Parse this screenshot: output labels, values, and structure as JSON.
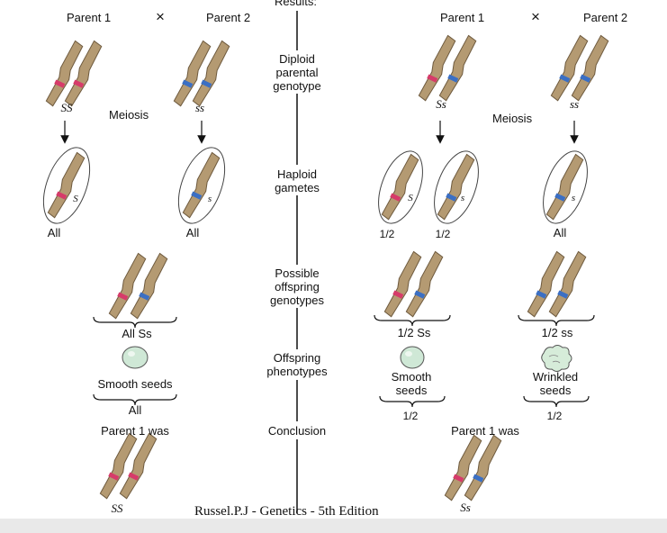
{
  "header": {
    "results": "Results:",
    "left_parent1": "Parent 1",
    "left_cross": "×",
    "left_parent2": "Parent 2",
    "right_parent1": "Parent 1",
    "right_cross": "×",
    "right_parent2": "Parent 2"
  },
  "center": {
    "row1": [
      "Diploid",
      "parental",
      "genotype"
    ],
    "row2": [
      "Haploid",
      "gametes"
    ],
    "row3": [
      "Possible",
      "offspring",
      "genotypes"
    ],
    "row4": [
      "Offspring",
      "phenotypes"
    ],
    "row5": [
      "Conclusion"
    ]
  },
  "left": {
    "p1_genotype": "SS",
    "p2_genotype": "ss",
    "meiosis": "Meiosis",
    "gamete1_allele": "S",
    "gamete2_allele": "s",
    "gamete1_freq": "All",
    "gamete2_freq": "All",
    "offspring_genotype": "All Ss",
    "offspring_phenotype": "Smooth seeds",
    "offspring_fraction": "All",
    "conclusion": "Parent 1 was",
    "conclusion_genotype": "SS"
  },
  "right": {
    "p1_genotype": "Ss",
    "p2_genotype": "ss",
    "meiosis": "Meiosis",
    "gamete1_allele": "S",
    "gamete2_allele": "s",
    "gamete3_allele": "s",
    "gamete1_freq": "1/2",
    "gamete2_freq": "1/2",
    "gamete3_freq": "All",
    "offspring1_genotype": "1/2 Ss",
    "offspring2_genotype": "1/2 ss",
    "phenotype1": [
      "Smooth",
      "seeds"
    ],
    "phenotype2": [
      "Wrinkled",
      "seeds"
    ],
    "fraction1": "1/2",
    "fraction2": "1/2",
    "conclusion": "Parent 1 was",
    "conclusion_genotype": "Ss"
  },
  "caption": "Russel.P.J - Genetics - 5th Edition",
  "colors": {
    "chromosome": "#b49a72",
    "chromosome_outline": "#6e5a3e",
    "allele_dominant": "#d63b6a",
    "allele_recessive": "#3b6fc4",
    "seed_smooth": "#cfe8d6",
    "seed_wrinkled": "#d6ecd9"
  }
}
